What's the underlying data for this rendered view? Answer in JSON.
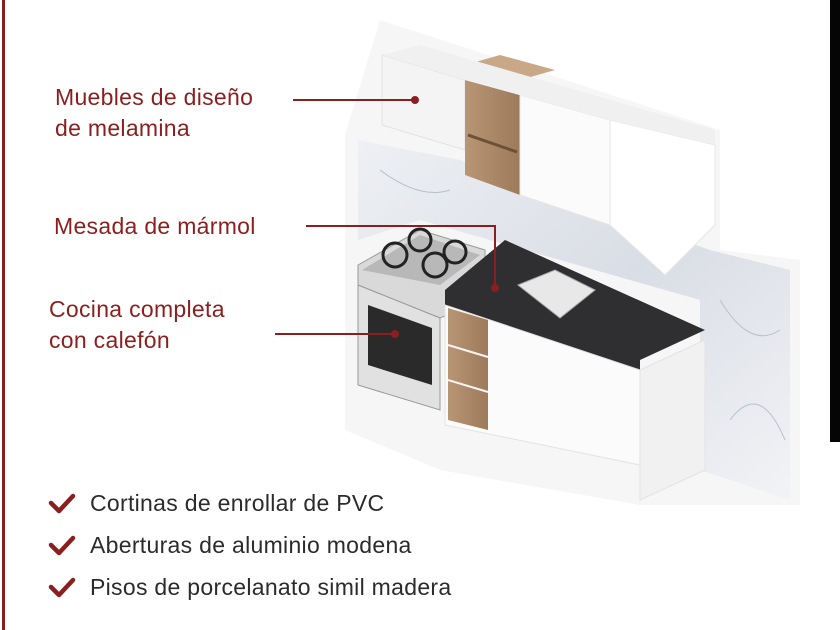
{
  "callouts": [
    {
      "lines": [
        "Muebles de diseño",
        "de melamina"
      ]
    },
    {
      "lines": [
        "Mesada de mármol"
      ]
    },
    {
      "lines": [
        "Cocina completa",
        "con calefón"
      ]
    }
  ],
  "features": [
    {
      "icon": "check-icon",
      "label": "Cortinas de enrollar de PVC"
    },
    {
      "icon": "check-icon",
      "label": "Aberturas de aluminio modena"
    },
    {
      "icon": "check-icon",
      "label": "Pisos de porcelanato simil madera"
    }
  ],
  "colors": {
    "accent": "#8b1e1e",
    "text": "#2b2b2b"
  }
}
